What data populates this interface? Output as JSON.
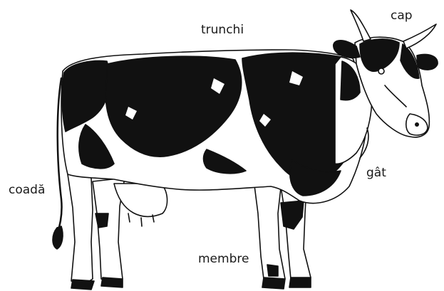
{
  "labels": {
    "trunchi": "trunchi",
    "cap": "cap",
    "gat": "gât",
    "coada": "coadă",
    "membre": "membre"
  },
  "colors": {
    "ink": "#111111",
    "background": "#ffffff"
  }
}
